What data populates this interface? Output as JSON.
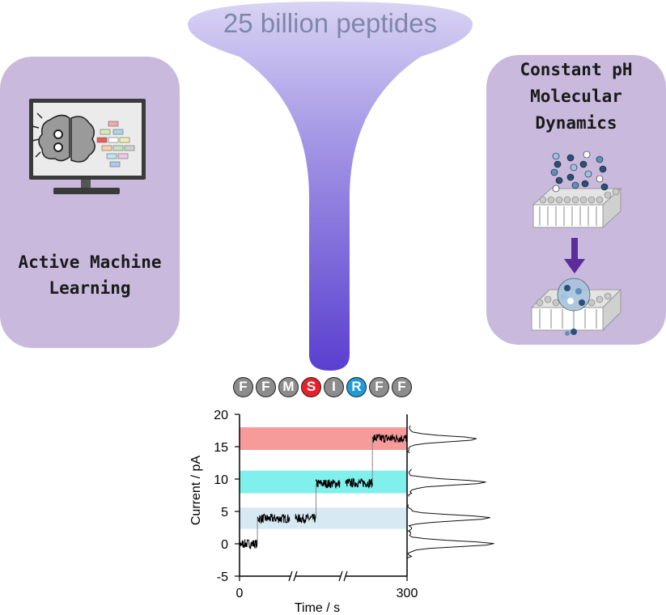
{
  "funnel": {
    "title": "25 billion peptides"
  },
  "left_panel": {
    "line1": "Active Machine",
    "line2": "Learning",
    "icon": "computer-brain-icon"
  },
  "right_panel": {
    "line1": "Constant pH",
    "line2": "Molecular",
    "line3": "Dynamics",
    "icons": [
      "membrane-peptides-icon",
      "down-arrow-icon",
      "membrane-cluster-icon"
    ]
  },
  "sequence": [
    {
      "letter": "F",
      "color": "#8c8c8c"
    },
    {
      "letter": "F",
      "color": "#8c8c8c"
    },
    {
      "letter": "M",
      "color": "#8c8c8c"
    },
    {
      "letter": "S",
      "color": "#e8202a"
    },
    {
      "letter": "I",
      "color": "#8c8c8c"
    },
    {
      "letter": "R",
      "color": "#1f9bd9"
    },
    {
      "letter": "F",
      "color": "#8c8c8c"
    },
    {
      "letter": "F",
      "color": "#8c8c8c"
    }
  ],
  "chart_data": {
    "type": "line",
    "xlabel": "Time / s",
    "ylabel": "Current / pA",
    "xlim": [
      0,
      300
    ],
    "ylim": [
      -5,
      20
    ],
    "xticks": [
      "0",
      "300"
    ],
    "yticks": [
      "-5",
      "0",
      "5",
      "10",
      "15",
      "20"
    ],
    "bands": [
      {
        "from": 2.3,
        "to": 5.6,
        "color": "#d7e9f3"
      },
      {
        "from": 7.8,
        "to": 11.3,
        "color": "#7ff0ec"
      },
      {
        "from": 14.5,
        "to": 18.0,
        "color": "#f79a9a"
      }
    ],
    "trace_levels": [
      {
        "x0": 0,
        "x1": 32,
        "y": 0
      },
      {
        "x0": 32,
        "x1": 90,
        "y": 3.9
      },
      {
        "x0": 100,
        "x1": 137,
        "y": 3.9
      },
      {
        "x0": 137,
        "x1": 180,
        "y": 9.3
      },
      {
        "x0": 190,
        "x1": 238,
        "y": 9.4
      },
      {
        "x0": 238,
        "x1": 300,
        "y": 16.3
      }
    ],
    "histogram_peaks": [
      0,
      4,
      9.5,
      16.2
    ],
    "grid": false
  }
}
